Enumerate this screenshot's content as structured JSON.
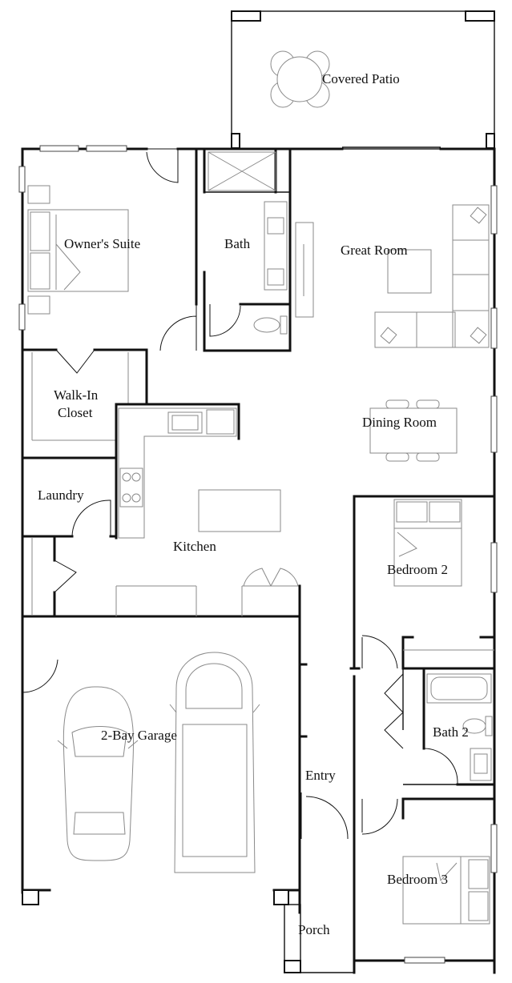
{
  "rooms": {
    "covered_patio": "Covered Patio",
    "owners_suite": "Owner's Suite",
    "bath": "Bath",
    "great_room": "Great Room",
    "walk_in_closet_line1": "Walk-In",
    "walk_in_closet_line2": "Closet",
    "dining_room": "Dining Room",
    "laundry": "Laundry",
    "kitchen": "Kitchen",
    "bedroom_2": "Bedroom 2",
    "bath_2": "Bath 2",
    "garage": "2-Bay Garage",
    "entry": "Entry",
    "bedroom_3": "Bedroom 3",
    "porch": "Porch"
  },
  "colors": {
    "wall": "#111111",
    "furniture": "#8a8a8a",
    "background": "#ffffff"
  }
}
